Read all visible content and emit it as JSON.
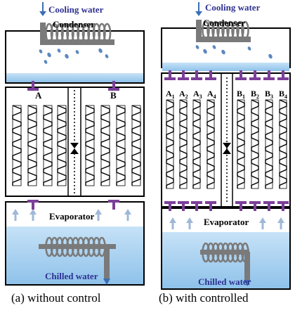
{
  "panel_a": {
    "cooling_water": "Cooling water",
    "condenser": "Condenser",
    "evaporator": "Evaporator",
    "chilled_water": "Chilled water",
    "beds": [
      "A",
      "B"
    ],
    "caption": "(a)  without  control"
  },
  "panel_b": {
    "cooling_water": "Cooling water",
    "condenser": "Condenser",
    "evaporator": "Evaporator",
    "chilled_water": "Chilled water",
    "beds": [
      {
        "main": "A",
        "sub": "1"
      },
      {
        "main": "A",
        "sub": "2"
      },
      {
        "main": "A",
        "sub": "3"
      },
      {
        "main": "A",
        "sub": "4"
      },
      {
        "main": "B",
        "sub": "1"
      },
      {
        "main": "B",
        "sub": "2"
      },
      {
        "main": "B",
        "sub": "3"
      },
      {
        "main": "B",
        "sub": "4"
      }
    ],
    "caption": "(b)  with  controlled"
  },
  "colors": {
    "valve": "#7b3f98",
    "label": "#2e3192",
    "water_band": "#a9d3f0",
    "arrow": "#9fb8d8",
    "droplet": "#5b88c0",
    "coil": "#7a7a7a"
  }
}
